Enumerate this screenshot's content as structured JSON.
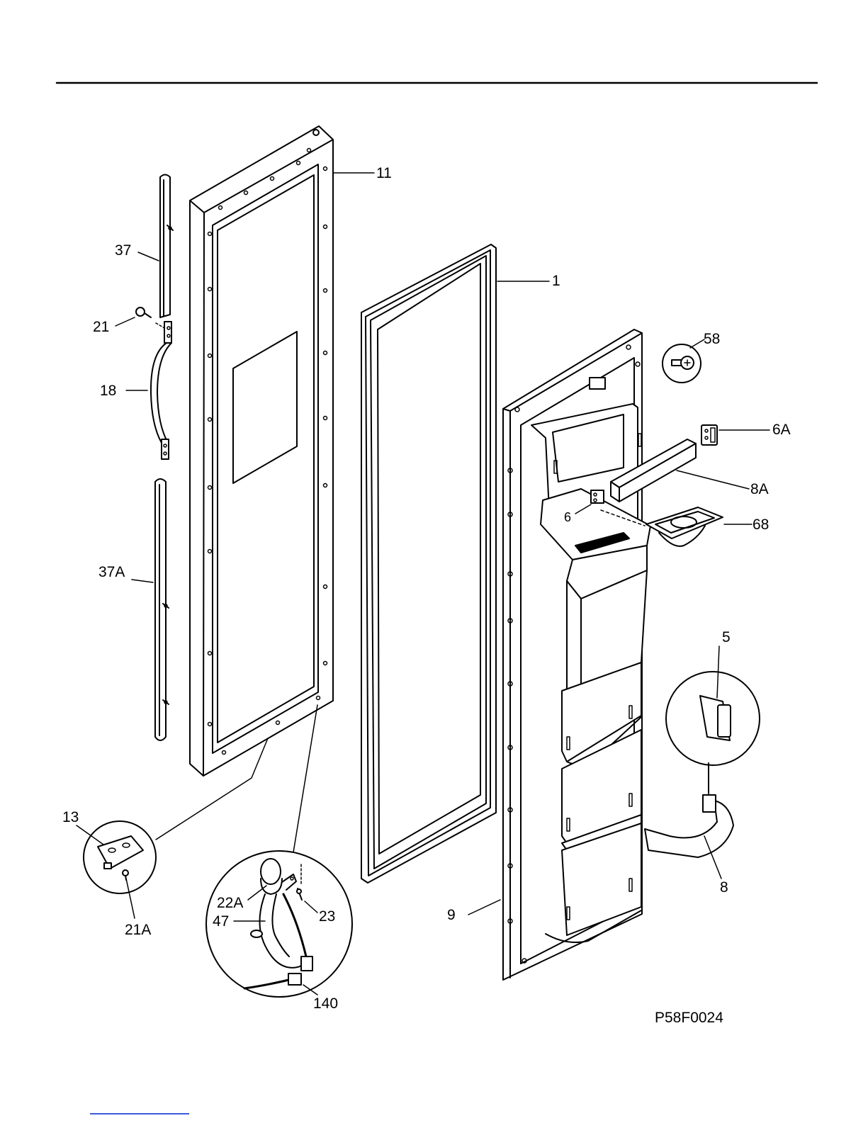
{
  "diagram": {
    "drawing_id": "P58F0024",
    "callouts": {
      "c11": "11",
      "c37": "37",
      "c1": "1",
      "c21": "21",
      "c58": "58",
      "c18": "18",
      "c6A": "6A",
      "c8A": "8A",
      "c6": "6",
      "c68": "68",
      "c37A": "37A",
      "c5": "5",
      "c13": "13",
      "c22A": "22A",
      "c47": "47",
      "c23": "23",
      "c21A": "21A",
      "c9": "9",
      "c8": "8",
      "c140": "140"
    }
  }
}
